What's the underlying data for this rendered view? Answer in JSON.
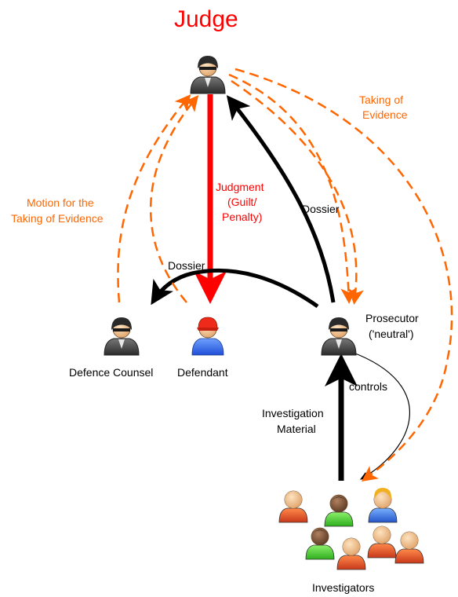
{
  "title": "Judge",
  "labels": {
    "motion_line1": "Motion for the",
    "motion_line2": "Taking of Evidence",
    "taking_line1": "Taking of",
    "taking_line2": "Evidence",
    "judgment_line1": "Judgment",
    "judgment_line2": "(Guilt/",
    "judgment_line3": "Penalty)",
    "dossier_right": "Dossier",
    "dossier_left": "Dossier",
    "prosecutor_line1": "Prosecutor",
    "prosecutor_line2": "('neutral')",
    "controls": "controls",
    "investigation_line1": "Investigation",
    "investigation_line2": "Material",
    "defence_counsel": "Defence Counsel",
    "defendant": "Defendant",
    "investigators": "Investigators"
  },
  "colors": {
    "red": "#ff0000",
    "orange": "#ff6600",
    "black": "#000000"
  },
  "icons": {
    "judge": "judge-person-icon",
    "prosecutor": "prosecutor-person-icon",
    "defence_counsel": "defence-counsel-person-icon",
    "defendant": "defendant-person-icon",
    "investigators": "investigators-group-icon"
  }
}
